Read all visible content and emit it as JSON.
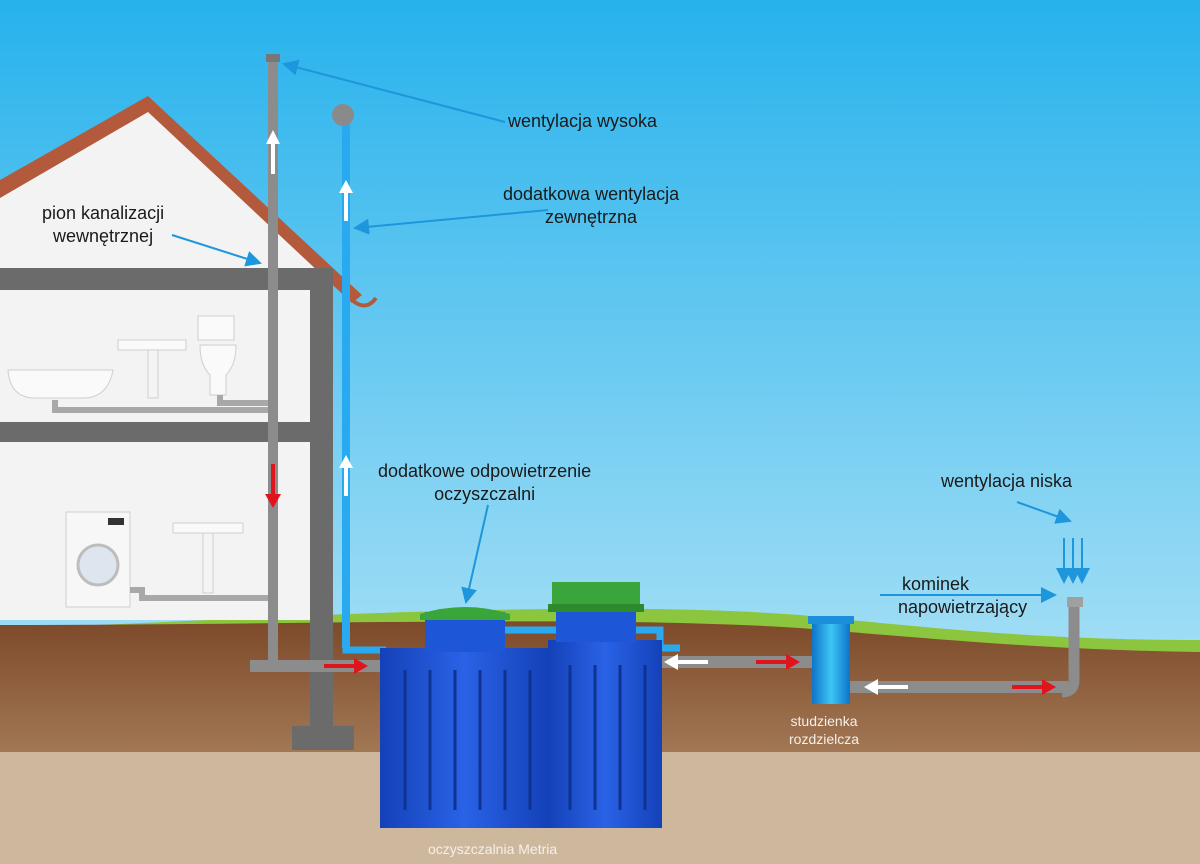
{
  "title": "Schemat wentylacji oczyszczalni Metria",
  "labels": {
    "high_vent": "wentylacja wysoka",
    "extra_vent_line1": "dodatkowa wentylacja",
    "extra_vent_line2": "zewnętrzna",
    "riser_line1": "pion kanalizacji",
    "riser_line2": "wewnętrznej",
    "plant_vent_line1": "dodatkowe odpowietrzenie",
    "plant_vent_line2": "oczyszczalni",
    "low_vent": "wentylacja niska",
    "chimney_line1": "kominek",
    "chimney_line2": "napowietrzający",
    "well_line1": "studzienka",
    "well_line2": "rozdzielcza",
    "plant": "oczyszczalnia Metria"
  },
  "colors": {
    "sky_top": "#27b2ec",
    "sky_bottom": "#c9ecf8",
    "roof": "#b35a3c",
    "wall": "#6b6b6b",
    "pipe_gray": "#8c8c8c",
    "pipe_blue": "#29a9f0",
    "tank_blue": "#1c4fd2",
    "lid_green": "#3aa53a",
    "grass": "#8cc63f",
    "soil": "#8a5734",
    "sand": "#cdb89d",
    "arrow_red": "#e0141c",
    "leader_blue": "#1e96dc"
  }
}
